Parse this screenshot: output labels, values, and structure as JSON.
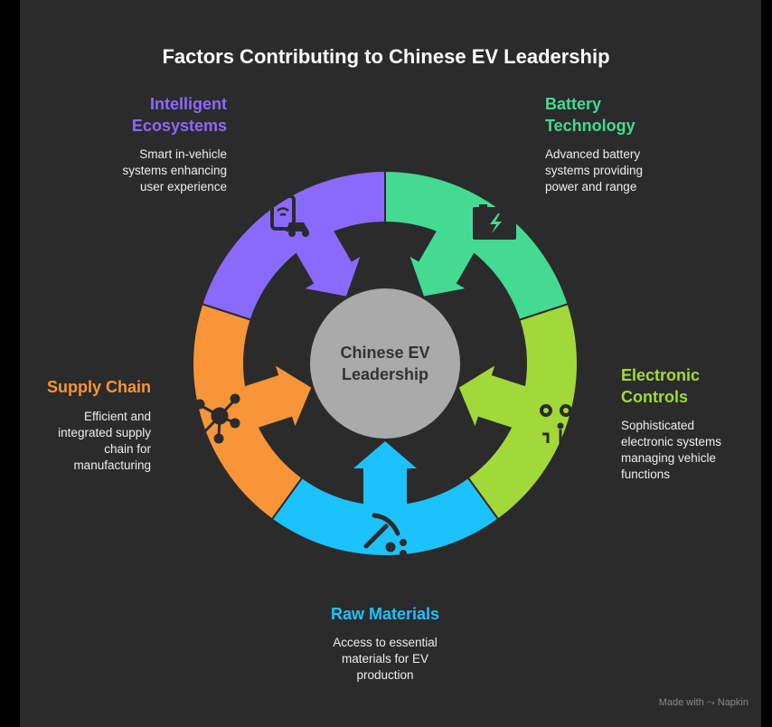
{
  "title": "Factors Contributing to Chinese EV Leadership",
  "center": {
    "line1": "Chinese EV",
    "line2": "Leadership"
  },
  "factors": [
    {
      "title_line1": "Intelligent",
      "title_line2": "Ecosystems",
      "desc": [
        "Smart in-vehicle",
        "systems enhancing",
        "user experience"
      ],
      "color": "#8a6afc",
      "icon": "phone-car-icon"
    },
    {
      "title_line1": "Battery",
      "title_line2": "Technology",
      "desc": [
        "Advanced battery",
        "systems providing",
        "power and range"
      ],
      "color": "#44da94",
      "icon": "battery-icon"
    },
    {
      "title_line1": "Electronic",
      "title_line2": "Controls",
      "desc": [
        "Sophisticated",
        "electronic systems",
        "managing vehicle",
        "functions"
      ],
      "color": "#a3d83a",
      "icon": "gears-circuit-icon"
    },
    {
      "title_line1": "Raw Materials",
      "desc": [
        "Access to essential",
        "materials for EV",
        "production"
      ],
      "color": "#1cc2fb",
      "icon": "pickaxe-icon"
    },
    {
      "title_line1": "Supply Chain",
      "desc": [
        "Efficient and",
        "integrated supply",
        "chain for",
        "manufacturing"
      ],
      "color": "#f79538",
      "icon": "network-icon"
    }
  ],
  "watermark": "Made with ⤳ Napkin"
}
